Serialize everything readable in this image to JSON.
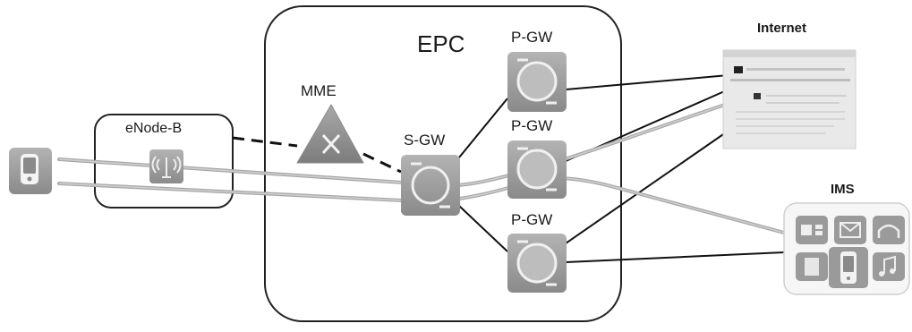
{
  "labels": {
    "epc": "EPC",
    "enodeb": "eNode-B",
    "mme": "MME",
    "sgw": "S-GW",
    "pgw_top": "P-GW",
    "pgw_mid": "P-GW",
    "pgw_bottom": "P-GW",
    "internet": "Internet",
    "ims": "IMS"
  },
  "icons": {
    "user_equipment": "mobile-phone-icon",
    "enodeb": "cell-antenna-icon",
    "mme": "mme-cross-icon",
    "gateway": "gateway-ring-icon",
    "internet": "browser-window-icon",
    "ims": "service-apps-icon"
  },
  "colors": {
    "node_gray": "#9a9a9a",
    "line_dark": "#1a1a1a",
    "bearer_gray": "#a8a8a8",
    "box_border": "#222222"
  }
}
